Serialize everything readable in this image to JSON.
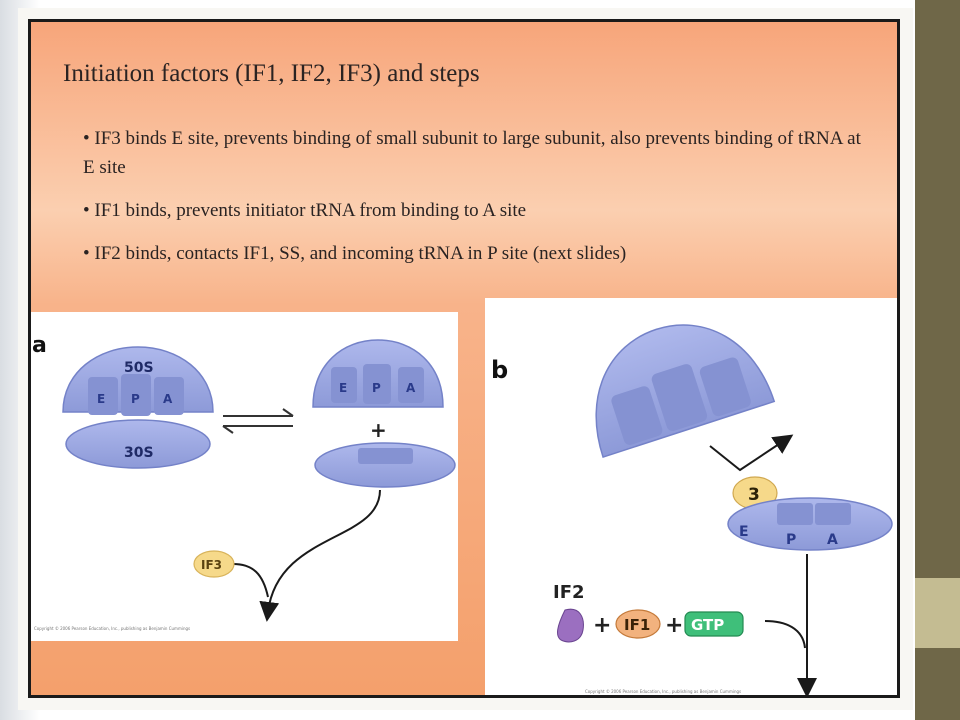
{
  "slide": {
    "title": "Initiation factors (IF1, IF2, IF3) and steps",
    "bullets": [
      "IF3 binds E site, prevents binding of small subunit to large subunit, also prevents binding of tRNA at E site",
      "IF1 binds, prevents initiator tRNA from binding to A site",
      "IF2 binds, contacts IF1, SS, and incoming tRNA in P site (next slides)"
    ]
  },
  "figure_a": {
    "panel_label": "a",
    "large_subunit_label": "50S",
    "small_subunit_label": "30S",
    "site_e": "E",
    "site_p": "P",
    "site_a": "A",
    "plus": "+",
    "factor_label": "IF3",
    "copyright": "Copyright © 2006 Pearson Education, Inc., publishing as Benjamin Cummings"
  },
  "figure_b": {
    "panel_label": "b",
    "if3_badge": "3",
    "site_e": "E",
    "site_p": "P",
    "site_a": "A",
    "if2_label": "IF2",
    "plus_1": "+",
    "if1_label": "IF1",
    "plus_2": "+",
    "gtp_label": "GTP",
    "copyright": "Copyright © 2006 Pearson Education, Inc., publishing as Benjamin Cummings"
  },
  "colors": {
    "subunit_fill": "#9aa6e0",
    "subunit_stroke": "#7482c8",
    "if3_fill": "#f6d98a",
    "if1_fill": "#f2b27e",
    "gtp_fill": "#3fbf7a",
    "if2_fill": "#9b6fc0"
  }
}
